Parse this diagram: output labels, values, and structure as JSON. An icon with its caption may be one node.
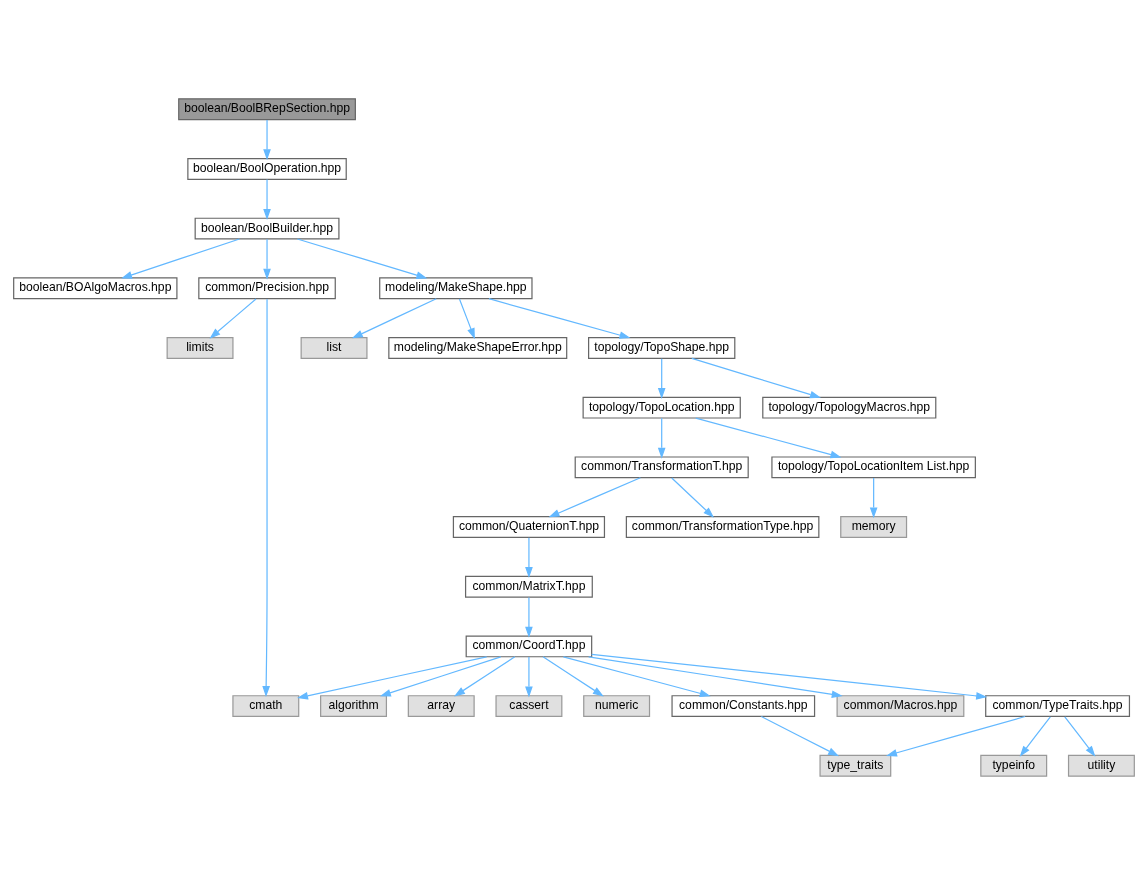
{
  "diagram": {
    "nodes": [
      {
        "text": [
          "boolean/BoolBRepSection.hpp"
        ]
      },
      {
        "text": [
          "boolean/BoolOperation.hpp"
        ]
      },
      {
        "text": [
          "boolean/BoolBuilder.hpp"
        ]
      },
      {
        "text": [
          "boolean/BOAlgoMacros.hpp"
        ]
      },
      {
        "text": [
          "common/Precision.hpp"
        ]
      },
      {
        "text": [
          "modeling/MakeShape.hpp"
        ]
      },
      {
        "text": [
          "limits"
        ]
      },
      {
        "text": [
          "list"
        ]
      },
      {
        "text": [
          "modeling/MakeShapeError.hpp"
        ]
      },
      {
        "text": [
          "topology/TopoShape.hpp"
        ]
      },
      {
        "text": [
          "topology/TopoLocation.hpp"
        ]
      },
      {
        "text": [
          "topology/TopologyMacros.hpp"
        ]
      },
      {
        "text": [
          "common/TransformationT.hpp"
        ]
      },
      {
        "text": [
          "topology/TopoLocationItem List.hpp"
        ]
      },
      {
        "text": [
          "memory"
        ]
      },
      {
        "text": [
          "common/QuaternionT.hpp"
        ]
      },
      {
        "text": [
          "common/TransformationType.hpp"
        ]
      },
      {
        "text": [
          "common/MatrixT.hpp"
        ]
      },
      {
        "text": [
          "common/CoordT.hpp"
        ]
      },
      {
        "text": [
          "cmath"
        ]
      },
      {
        "text": [
          "algorithm"
        ]
      },
      {
        "text": [
          "array"
        ]
      },
      {
        "text": [
          "cassert"
        ]
      },
      {
        "text": [
          "numeric"
        ]
      },
      {
        "text": [
          "common/Constants.hpp"
        ]
      },
      {
        "text": [
          "common/Macros.hpp"
        ]
      },
      {
        "text": [
          "common/TypeTraits.hpp"
        ]
      },
      {
        "text": [
          "type_traits"
        ]
      },
      {
        "text": [
          "typeinfo"
        ]
      },
      {
        "text": [
          "utility"
        ]
      }
    ],
    "edges": [
      {
        "from": 0,
        "to": 1,
        "arrow": "to"
      },
      {
        "from": 1,
        "to": 2,
        "arrow": "to"
      },
      {
        "from": 2,
        "to": 3,
        "arrow": "to"
      },
      {
        "from": 2,
        "to": 4,
        "arrow": "to"
      },
      {
        "from": 2,
        "to": 5,
        "arrow": "to"
      },
      {
        "from": 4,
        "to": 6,
        "arrow": "to"
      },
      {
        "from": 4,
        "to": 19,
        "arrow": "to"
      },
      {
        "from": 5,
        "to": 7,
        "arrow": "to"
      },
      {
        "from": 5,
        "to": 8,
        "arrow": "to"
      },
      {
        "from": 5,
        "to": 9,
        "arrow": "to"
      },
      {
        "from": 9,
        "to": 10,
        "arrow": "to"
      },
      {
        "from": 9,
        "to": 11,
        "arrow": "to"
      },
      {
        "from": 10,
        "to": 12,
        "arrow": "to"
      },
      {
        "from": 10,
        "to": 13,
        "arrow": "to"
      },
      {
        "from": 13,
        "to": 14,
        "arrow": "to"
      },
      {
        "from": 12,
        "to": 15,
        "arrow": "to"
      },
      {
        "from": 12,
        "to": 16,
        "arrow": "to"
      },
      {
        "from": 15,
        "to": 17,
        "arrow": "to"
      },
      {
        "from": 17,
        "to": 18,
        "arrow": "to"
      },
      {
        "from": 18,
        "to": 19,
        "arrow": "to"
      },
      {
        "from": 18,
        "to": 20,
        "arrow": "to"
      },
      {
        "from": 18,
        "to": 21,
        "arrow": "to"
      },
      {
        "from": 18,
        "to": 22,
        "arrow": "to"
      },
      {
        "from": 18,
        "to": 23,
        "arrow": "to"
      },
      {
        "from": 18,
        "to": 24,
        "arrow": "to"
      },
      {
        "from": 18,
        "to": 25,
        "arrow": "to"
      },
      {
        "from": 18,
        "to": 26,
        "arrow": "to"
      },
      {
        "from": 24,
        "to": 27,
        "arrow": "to"
      },
      {
        "from": 26,
        "to": 27,
        "arrow": "to"
      },
      {
        "from": 26,
        "to": 28,
        "arrow": "to"
      },
      {
        "from": 26,
        "to": 29,
        "arrow": "to"
      }
    ]
  }
}
